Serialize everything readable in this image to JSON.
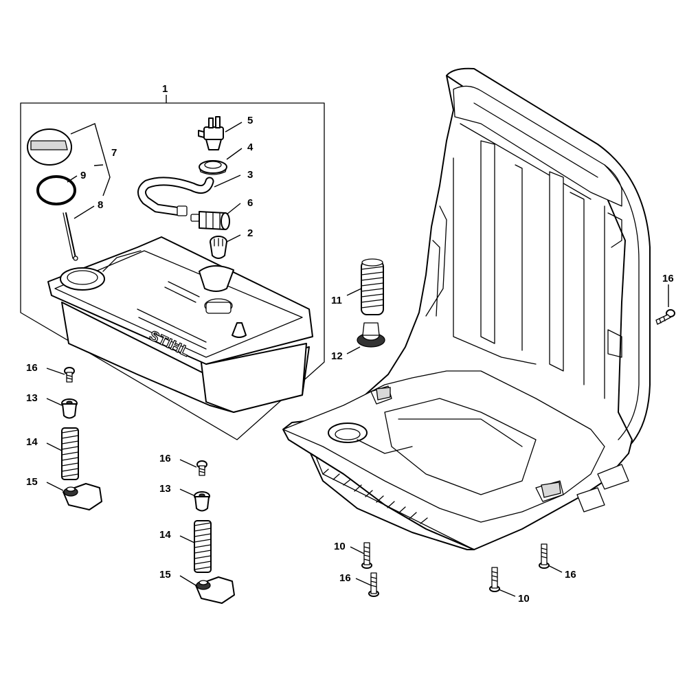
{
  "brand_logo_text": "STIHL",
  "callouts": {
    "c1": "1",
    "c2": "2",
    "c3": "3",
    "c4": "4",
    "c5": "5",
    "c6": "6",
    "c7": "7",
    "c8": "8",
    "c9": "9",
    "c10a": "10",
    "c10b": "10",
    "c11": "11",
    "c12": "12",
    "c13a": "13",
    "c13b": "13",
    "c14a": "14",
    "c14b": "14",
    "c15a": "15",
    "c15b": "15",
    "c16a": "16",
    "c16b": "16",
    "c16c": "16",
    "c16d": "16",
    "c16e": "16"
  }
}
